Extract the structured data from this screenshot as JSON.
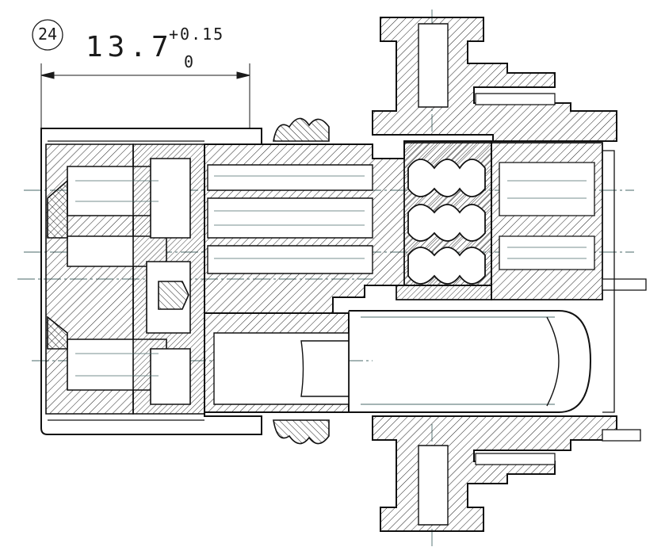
{
  "callout": {
    "balloon_number": "24",
    "dimension_value": "13.7",
    "tolerance_upper": "+0.15",
    "tolerance_lower": "0"
  },
  "style": {
    "line_color": "#1a1a1a",
    "centerline_color": "#4a6a6a",
    "hatch_color": "#222222",
    "background": "#ffffff"
  }
}
